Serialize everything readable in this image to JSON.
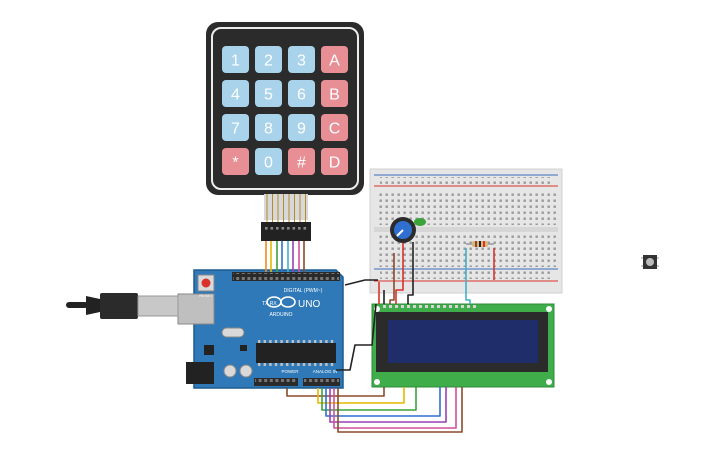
{
  "keypad": {
    "keys": [
      [
        "1",
        "2",
        "3",
        "A"
      ],
      [
        "4",
        "5",
        "6",
        "B"
      ],
      [
        "7",
        "8",
        "9",
        "C"
      ],
      [
        "*",
        "0",
        "#",
        "D"
      ]
    ],
    "colors": {
      "number_key": "#a9d3ea",
      "letter_key": "#e88f95",
      "body": "#2b2b2b",
      "frame": "#ececec"
    }
  },
  "arduino": {
    "brand": "UNO",
    "maker": "ARDUINO",
    "digital_label": "DIGITAL (PWM~)",
    "power_label": "POWER",
    "analog_label": "ANALOG IN",
    "reset_label": "RESET",
    "colors": {
      "board": "#2f79b8",
      "board_edge": "#1f5a8c",
      "header": "#2a2a2a"
    }
  },
  "breadboard": {
    "colors": {
      "body": "#e6e6e6",
      "rail_red": "#d9312c",
      "rail_blue": "#3a6cc0"
    }
  },
  "lcd": {
    "colors": {
      "pcb": "#3fae4a",
      "screen_bg": "#1f2d6b",
      "bezel": "#2b2b2b"
    }
  },
  "wires": {
    "colors": {
      "red": "#d9312c",
      "black": "#222222",
      "yellow": "#e6b800",
      "green": "#3aa43a",
      "blue": "#2f6fd0",
      "purple": "#9b3fb5",
      "pink": "#d14f9a",
      "brown": "#8b4a2b",
      "orange": "#f08a1c",
      "cyan": "#41b0c8"
    }
  },
  "usb_cable": {
    "colors": {
      "cable": "#222222",
      "plug": "#bfbfbf"
    }
  },
  "pushbutton": {
    "colors": {
      "body": "#333333",
      "cap": "#bbbbbb"
    }
  }
}
